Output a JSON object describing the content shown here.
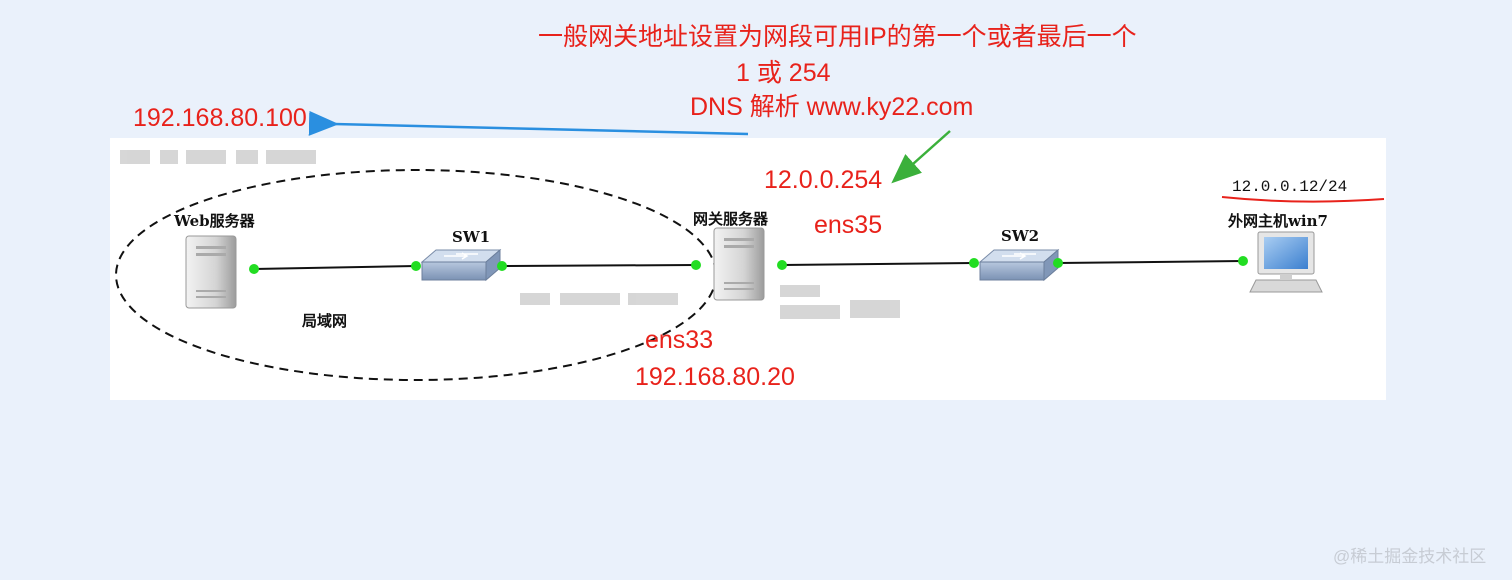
{
  "annotations": {
    "gateway_note": "一般网关地址设置为网段可用IP的第一个或者最后一个",
    "range_note": "1 或 254",
    "dns_note": "DNS 解析 www.ky22.com",
    "web_ip": "192.168.80.100",
    "gw_ext_ip": "12.0.0.254",
    "ens35": "ens35",
    "ens33": "ens33",
    "gw_int_ip": "192.168.80.20"
  },
  "devices": {
    "web_server": "Web服务器",
    "sw1": "SW1",
    "gateway": "网关服务器",
    "sw2": "SW2",
    "win7": "外网主机win7",
    "lan_label": "局域网",
    "win7_ip": "12.0.0.12/24"
  },
  "watermark": "@稀土掘金技术社区",
  "colors": {
    "annotation_red": "#e8221b",
    "port_green": "#22dd22",
    "arrow_blue": "#2a8fe0",
    "arrow_green": "#3bb03b"
  }
}
